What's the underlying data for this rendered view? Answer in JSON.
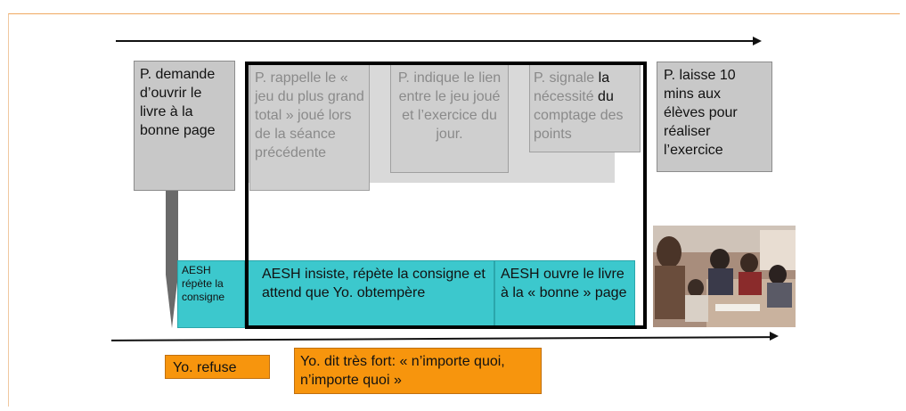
{
  "teacher_steps": [
    {
      "text": "P. demande d’ouvrir le livre à la bonne page"
    },
    {
      "text": "P. rappelle le « jeu du plus grand total » joué lors de la séance précédente"
    },
    {
      "text": "P. indique le lien entre le jeu joué et l’exercice du jour."
    },
    {
      "text_faded": "P. signale",
      "text_dark": "la",
      "text_faded2": "nécessité",
      "text_dark2": "du",
      "text_faded3": "comptage des points"
    },
    {
      "text": "P. laisse 10 mins aux élèves pour réaliser l’exercice"
    }
  ],
  "aesh_steps": [
    {
      "text": "AESH répète la consigne"
    },
    {
      "text": "AESH insiste, répète la consigne et attend que Yo. obtempère"
    },
    {
      "text": "AESH ouvre le livre à la « bonne » page"
    }
  ],
  "student_steps": [
    {
      "text": "Yo. refuse"
    },
    {
      "text": "Yo. dit très fort: « n’importe quoi, n’importe quoi »"
    }
  ],
  "colors": {
    "teacher": "#c8c8c8",
    "aesh": "#3cc8cd",
    "student": "#f7950d",
    "frame": "#000000"
  }
}
